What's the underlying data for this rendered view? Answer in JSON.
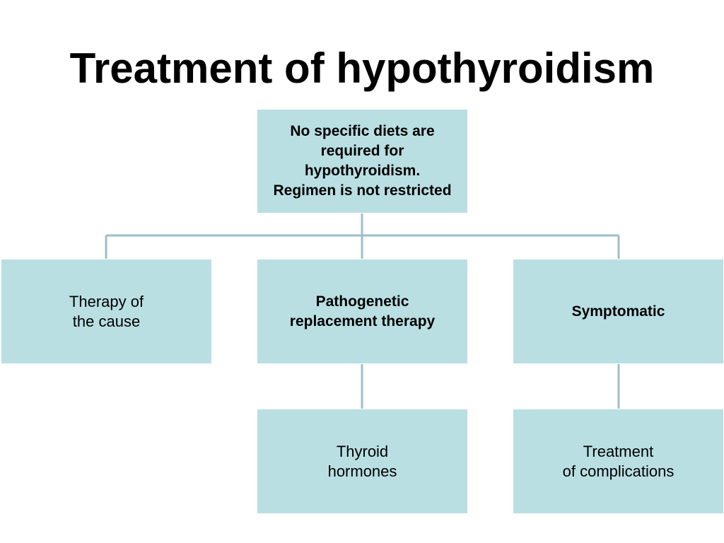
{
  "title": "Treatment of hypothyroidism",
  "colors": {
    "box_fill": "#b9dfe3",
    "connector": "#9dbfc7",
    "text": "#000000"
  },
  "nodes": {
    "root": "No specific diets are\nrequired for\nhypothyroidism.\nRegimen is not restricted",
    "cause": "Therapy of\nthe cause",
    "pathogenetic": "Pathogenetic\nreplacement therapy",
    "symptomatic": "Symptomatic",
    "thyroid_hormones": "Thyroid\nhormones",
    "complications": "Treatment\nof complications"
  }
}
